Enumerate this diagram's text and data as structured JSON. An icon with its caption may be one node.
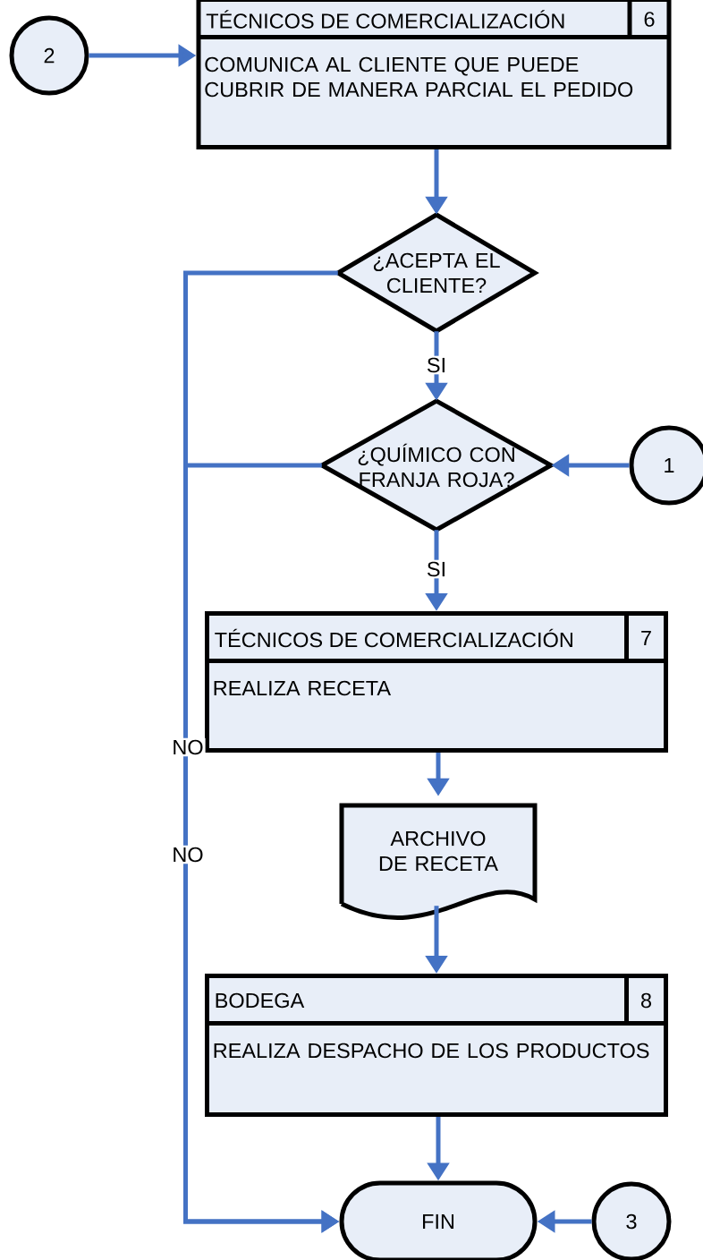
{
  "diagram": {
    "nodes": [
      {
        "text": [
          "2"
        ]
      },
      {
        "text": [
          "TÉCNICOS DE COMERCIALIZACIÓN",
          "6",
          "COMUNICA AL CLIENTE QUE PUEDE CUBRIR DE MANERA PARCIAL EL PEDIDO"
        ]
      },
      {
        "text": [
          "¿ACEPTA EL CLIENTE?"
        ]
      },
      {
        "text": [
          "¿QUÍMICO CON FRANJA ROJA?"
        ]
      },
      {
        "text": [
          "1"
        ]
      },
      {
        "text": [
          "TÉCNICOS DE COMERCIALIZACIÓN",
          "7",
          "REALIZA RECETA"
        ]
      },
      {
        "text": [
          "ARCHIVO DE RECETA"
        ]
      },
      {
        "text": [
          "BODEGA",
          "8",
          "REALIZA DESPACHO DE LOS PRODUCTOS"
        ]
      },
      {
        "text": [
          "FIN"
        ]
      },
      {
        "text": [
          "3"
        ]
      }
    ],
    "edges": [
      {
        "from": 0,
        "to": 1,
        "arrow": "to"
      },
      {
        "from": 1,
        "to": 2,
        "arrow": "to"
      },
      {
        "from": 2,
        "to": 3,
        "arrow": "to",
        "label": "SI"
      },
      {
        "from": 3,
        "to": 5,
        "arrow": "to",
        "label": "SI"
      },
      {
        "from": 4,
        "to": 3,
        "arrow": "to"
      },
      {
        "from": 5,
        "to": 6,
        "arrow": "to"
      },
      {
        "from": 6,
        "to": 7,
        "arrow": "to"
      },
      {
        "from": 7,
        "to": 8,
        "arrow": "to"
      },
      {
        "from": 9,
        "to": 8,
        "arrow": "to"
      },
      {
        "from": 2,
        "to": 8,
        "arrow": "to",
        "label": "NO"
      },
      {
        "from": 3,
        "to": 8,
        "arrow": "to",
        "label": "NO"
      }
    ]
  }
}
